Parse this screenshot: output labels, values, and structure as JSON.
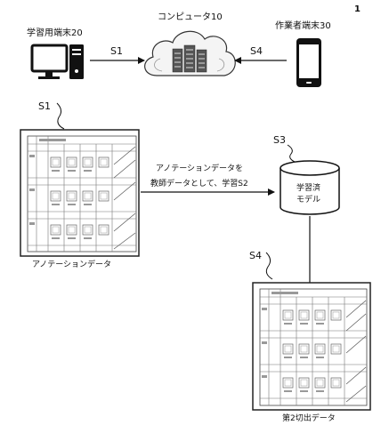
{
  "figure_number": "1",
  "nodes": {
    "learning_terminal": "学習用端末20",
    "computer": "コンピュータ10",
    "worker_terminal": "作業者端末30",
    "trained_model_line1": "学習済",
    "trained_model_line2": "モデル"
  },
  "steps": {
    "s1_arrow": "S1",
    "s4_arrow": "S4",
    "s1_doc": "S1",
    "s3": "S3",
    "s4_doc": "S4"
  },
  "captions": {
    "annotation_data": "アノテーションデータ",
    "second_cut_data": "第2切出データ",
    "learn_line1": "アノテーションデータを",
    "learn_line2": "教師データとして、学習S2"
  },
  "colors": {
    "ink": "#111111",
    "doc_border": "#222222",
    "grid": "#777777"
  }
}
